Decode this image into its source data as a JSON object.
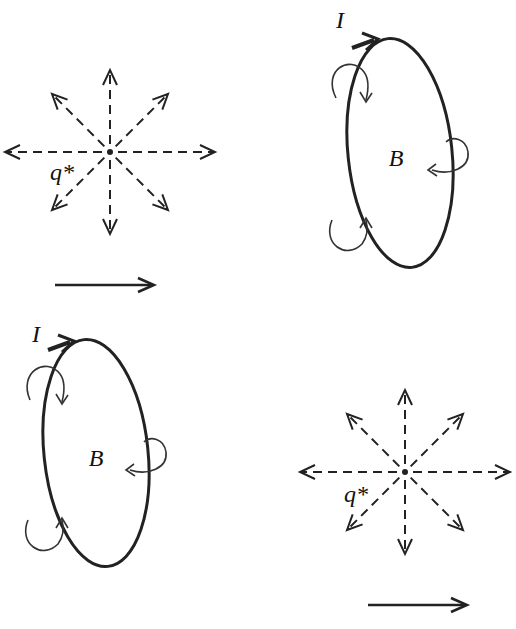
{
  "diagram": {
    "labels": [
      "q*",
      "I",
      "B",
      "I",
      "B",
      "q*"
    ]
  }
}
